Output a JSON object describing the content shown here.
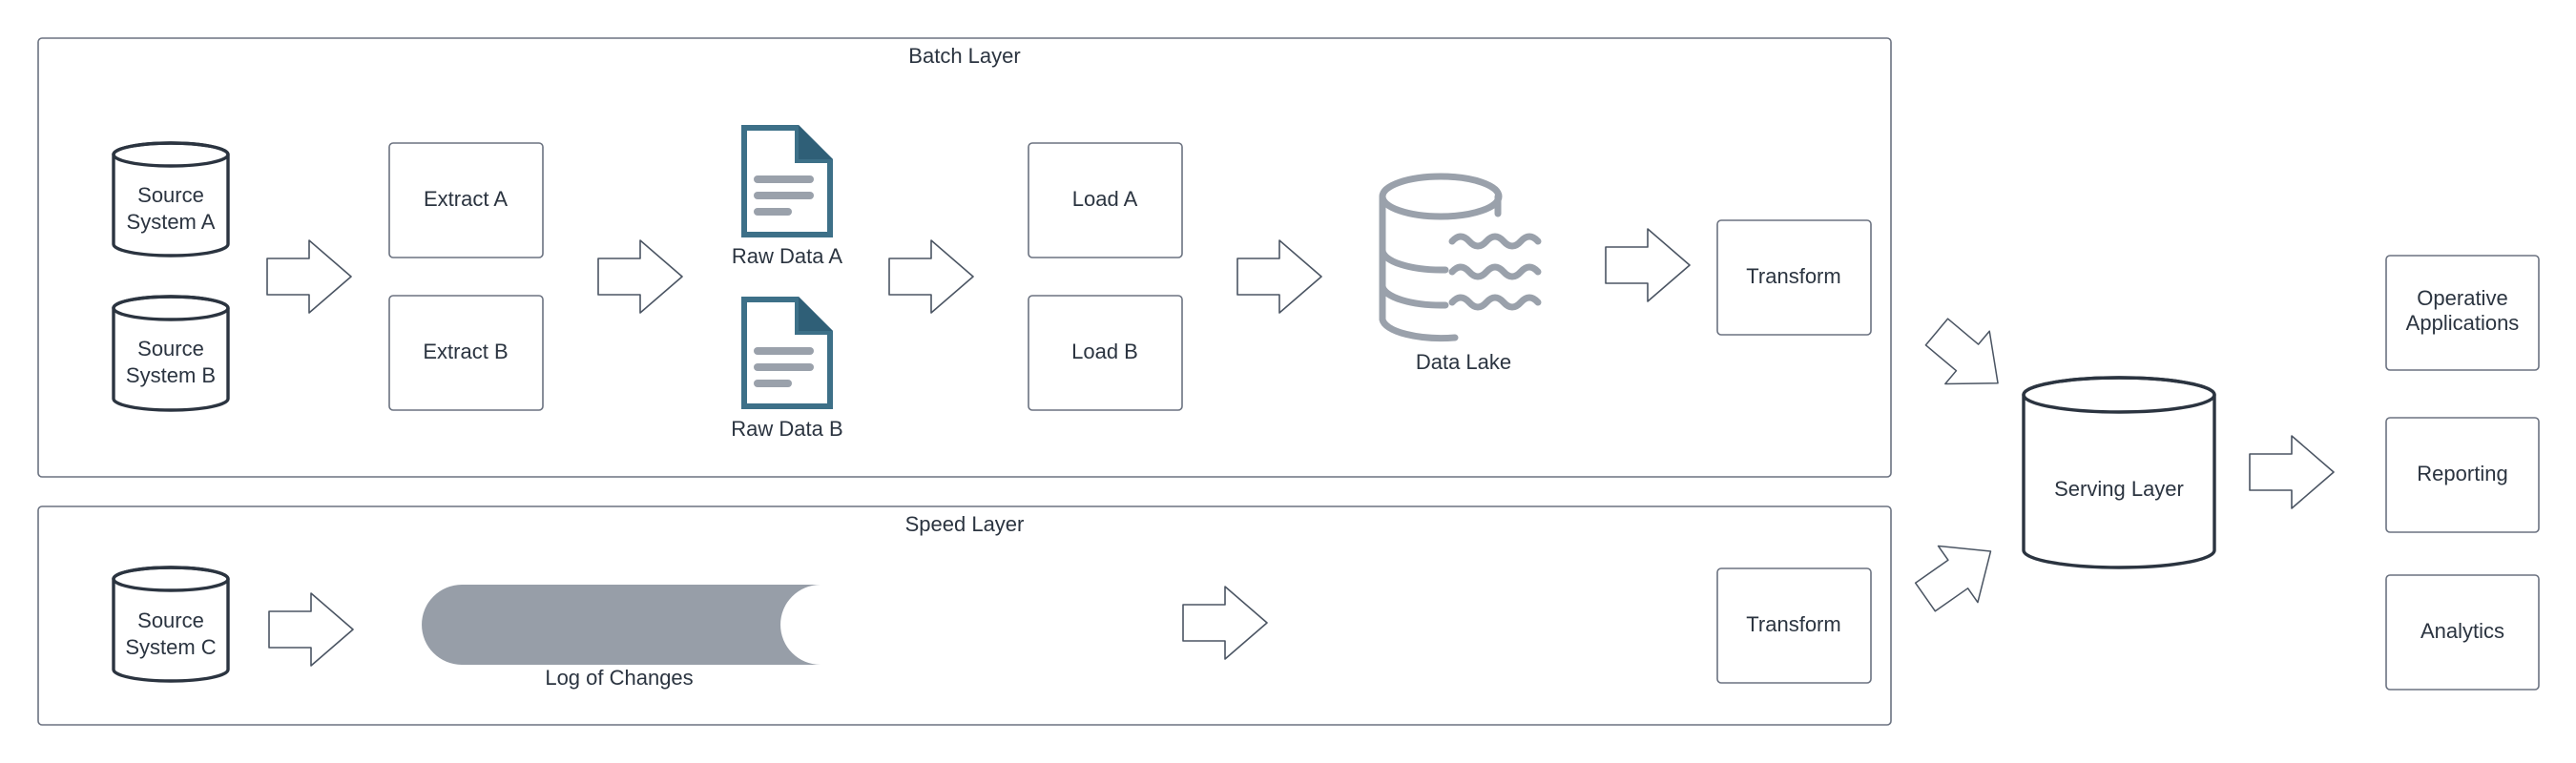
{
  "batch_layer": {
    "title": "Batch Layer",
    "source_a": [
      "Source",
      "System A"
    ],
    "source_b": [
      "Source",
      "System B"
    ],
    "extract_a": "Extract A",
    "extract_b": "Extract B",
    "raw_data_a": "Raw Data A",
    "raw_data_b": "Raw Data B",
    "load_a": "Load A",
    "load_b": "Load B",
    "data_lake": "Data Lake",
    "transform": "Transform"
  },
  "speed_layer": {
    "title": "Speed Layer",
    "source_c": [
      "Source",
      "System C"
    ],
    "log_of_changes": "Log of Changes",
    "transform": "Transform"
  },
  "serving_layer": {
    "title": "Serving Layer"
  },
  "outputs": {
    "operative": [
      "Operative",
      "Applications"
    ],
    "reporting": "Reporting",
    "analytics": "Analytics"
  },
  "colors": {
    "outline": "#2b3440",
    "document": "#3d7088",
    "document_fold": "#2f5f77",
    "data_lake": "#9aa1ab",
    "log_pipe": "#979ea8"
  },
  "icons": {
    "raw_data": "document-icon",
    "data_lake": "database-waves-icon",
    "sources": "cylinder-icon"
  }
}
